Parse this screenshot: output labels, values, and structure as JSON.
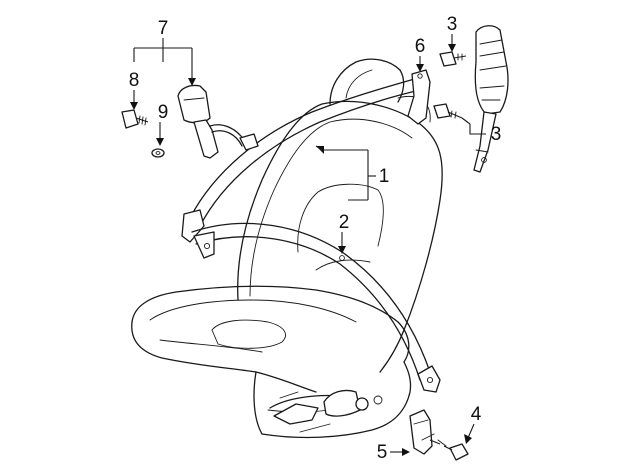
{
  "diagram": {
    "callouts": {
      "c1": "1",
      "c2": "2",
      "c3a": "3",
      "c3b": "3",
      "c4": "4",
      "c5": "5",
      "c6": "6",
      "c7": "7",
      "c8": "8",
      "c9": "9"
    }
  }
}
